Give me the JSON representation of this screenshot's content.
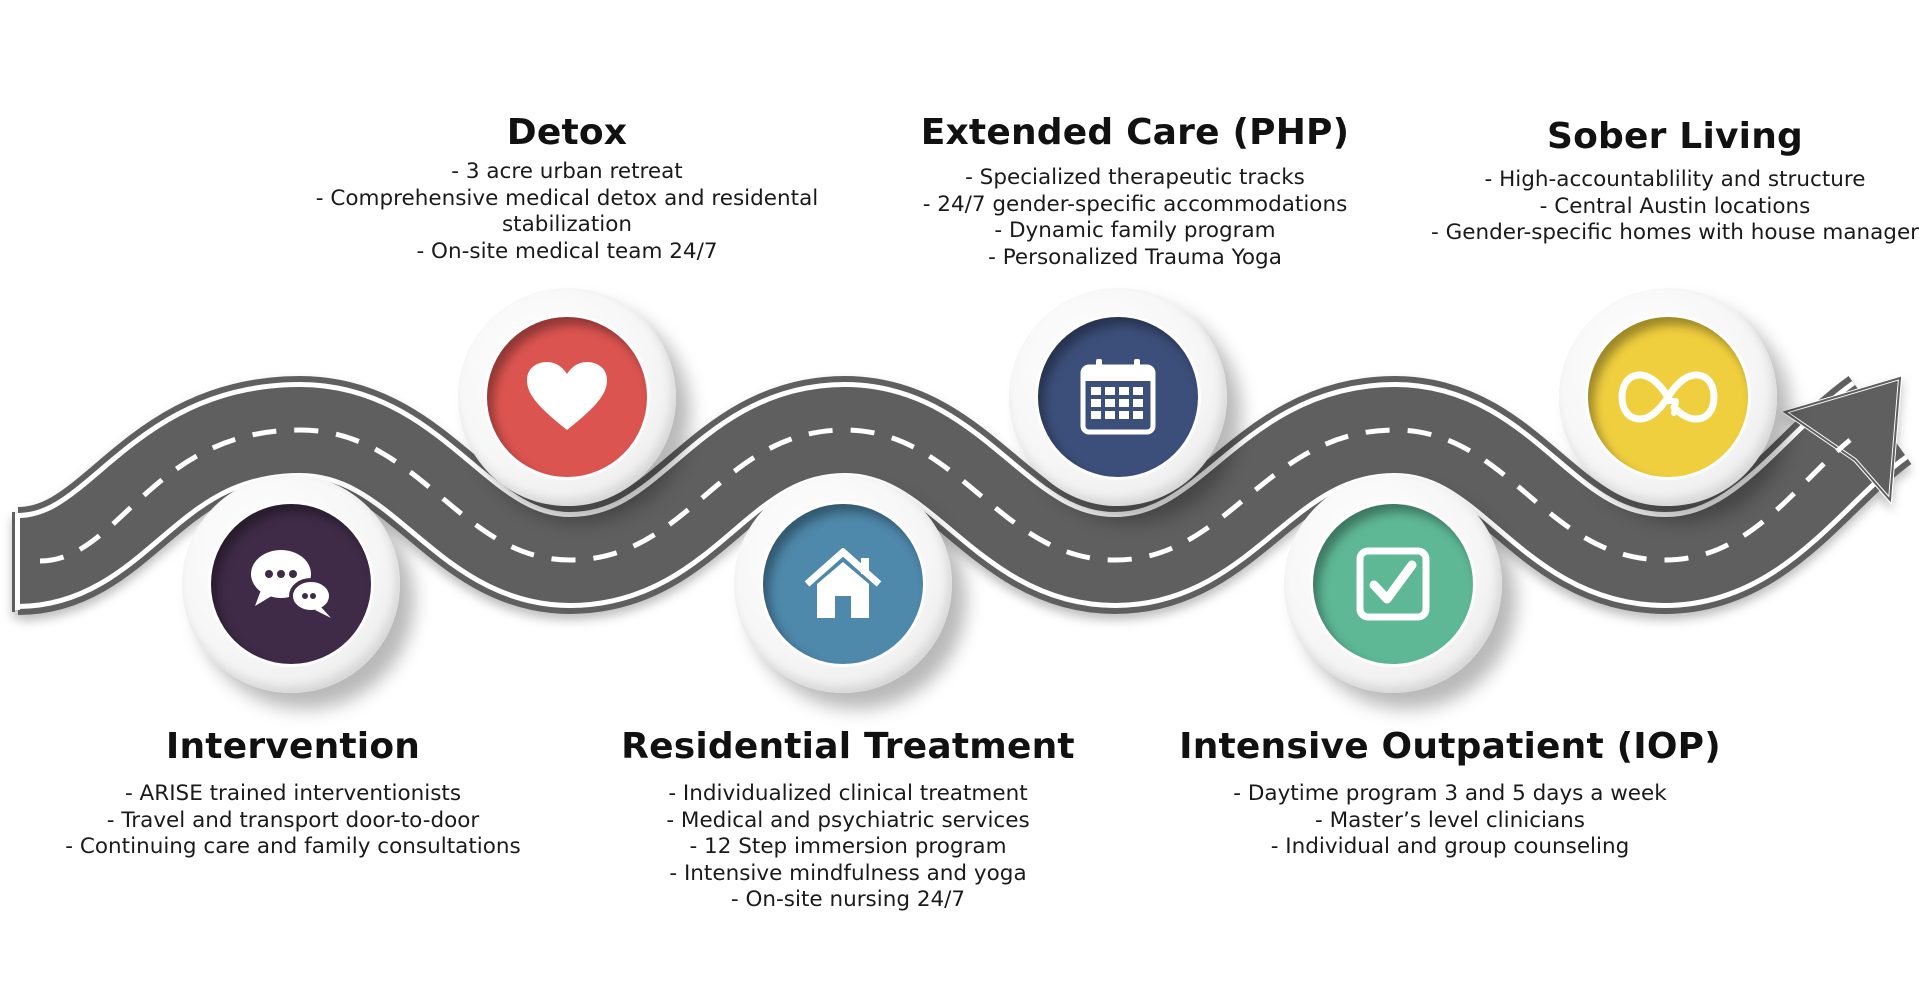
{
  "colors": {
    "road": "#5f5f60",
    "intervention": "#3f2b47",
    "detox": "#dc5450",
    "residential": "#4e88ab",
    "extended": "#3c4f7a",
    "iop": "#5eb895",
    "sober": "#f0cf3e"
  },
  "stages": {
    "intervention": {
      "title": "Intervention",
      "icon": "chat-bubbles-icon",
      "items": [
        "- ARISE trained interventionists",
        "- Travel and transport door-to-door",
        "- Continuing care and family consultations"
      ]
    },
    "detox": {
      "title": "Detox",
      "icon": "heart-icon",
      "items": [
        "- 3 acre urban retreat",
        "- Comprehensive medical detox and residental",
        "stabilization",
        "- On-site medical team 24/7"
      ]
    },
    "residential": {
      "title": "Residential Treatment",
      "icon": "house-icon",
      "items": [
        "- Individualized clinical treatment",
        "- Medical and psychiatric services",
        "- 12 Step immersion program",
        "- Intensive mindfulness and yoga",
        "- On-site nursing 24/7"
      ]
    },
    "extended": {
      "title": "Extended Care (PHP)",
      "icon": "calendar-icon",
      "items": [
        "- Specialized therapeutic tracks",
        "- 24/7 gender-specific accommodations",
        "- Dynamic family program",
        "- Personalized Trauma Yoga"
      ]
    },
    "iop": {
      "title": "Intensive Outpatient (IOP)",
      "icon": "checkbox-icon",
      "items": [
        "- Daytime program 3 and 5 days a week",
        "- Master’s level clinicians",
        "- Individual and group counseling"
      ]
    },
    "sober": {
      "title": "Sober Living",
      "icon": "infinity-icon",
      "items": [
        "- High-accountablility and structure",
        "- Central Austin locations",
        "- Gender-specific homes with house manager"
      ]
    }
  }
}
